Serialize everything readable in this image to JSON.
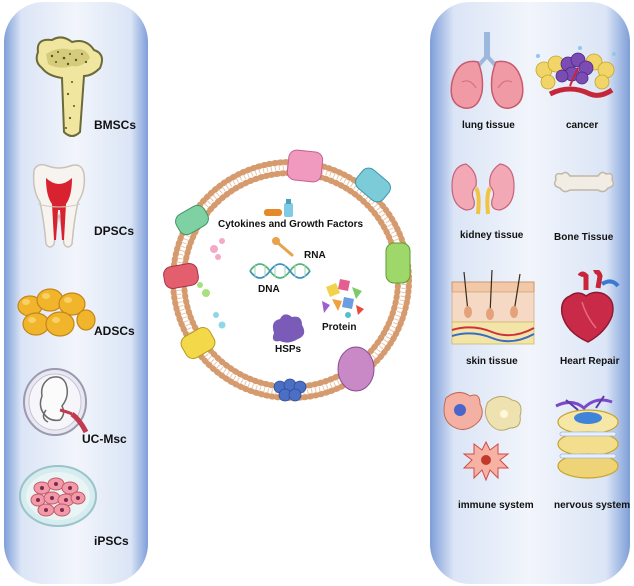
{
  "sources": {
    "bmsc": "BMSCs",
    "dpsc": "DPSCs",
    "adsc": "ADSCs",
    "ucmsc": "UC-Msc",
    "ipsc": "iPSCs"
  },
  "cargo": {
    "cytokines": "Cytokines and Growth Factors",
    "rna": "RNA",
    "dna": "DNA",
    "protein": "Protein",
    "hsps": "HSPs"
  },
  "targets": {
    "lung": "lung tissue",
    "cancer": "cancer",
    "kidney": "kidney tissue",
    "bone": "Bone Tissue",
    "skin": "skin tissue",
    "heart": "Heart Repair",
    "immune": "immune system",
    "nervous": "nervous system"
  },
  "colors": {
    "panel_edge": "#7e9ed8",
    "panel_center": "#f2f5fb",
    "membrane": "#d59b6f"
  }
}
